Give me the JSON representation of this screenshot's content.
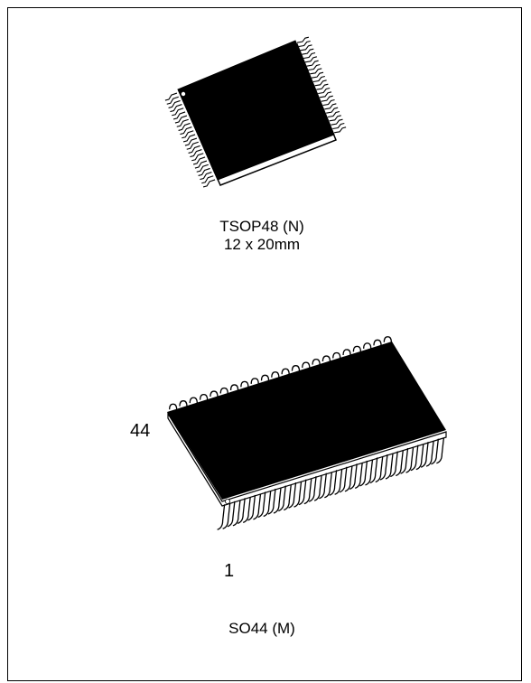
{
  "packages": [
    {
      "name": "TSOP48",
      "caption_line1": "TSOP48 (N)",
      "caption_line2": "12 x 20mm",
      "lead_count_per_side": 24
    },
    {
      "name": "SO44",
      "caption": "SO44 (M)",
      "pin_first_label": "1",
      "pin_last_label": "44",
      "lead_count_per_side": 22
    }
  ],
  "colors": {
    "body": "#000000",
    "lead": "#000000",
    "background": "#ffffff"
  }
}
